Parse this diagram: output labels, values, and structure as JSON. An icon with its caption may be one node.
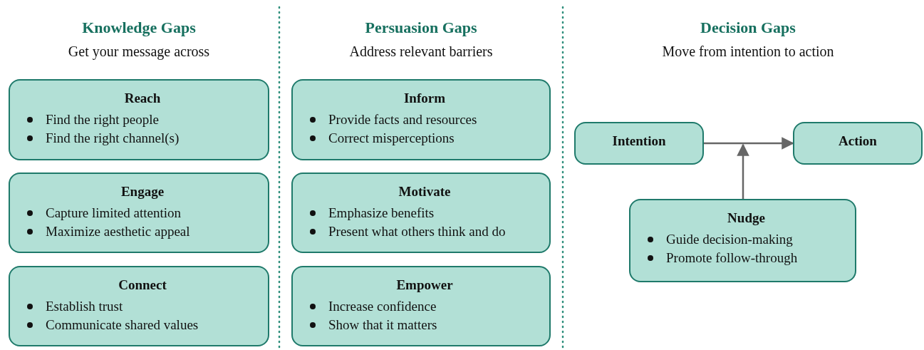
{
  "diagram": {
    "nodes": [
      {
        "text": [
          "Reach",
          "Find the right people",
          "Find the right channel(s)"
        ]
      },
      {
        "text": [
          "Engage",
          "Capture limited attention",
          "Maximize aesthetic appeal"
        ]
      },
      {
        "text": [
          "Connect",
          "Establish trust",
          "Communicate shared values"
        ]
      },
      {
        "text": [
          "Inform",
          "Provide facts and resources",
          "Correct misperceptions"
        ]
      },
      {
        "text": [
          "Motivate",
          "Emphasize benefits",
          "Present what others think and do"
        ]
      },
      {
        "text": [
          "Empower",
          "Increase confidence",
          "Show that it matters"
        ]
      },
      {
        "text": [
          "Intention"
        ]
      },
      {
        "text": [
          "Action"
        ]
      },
      {
        "text": [
          "Nudge",
          "Guide decision-making",
          "Promote follow-through"
        ]
      }
    ],
    "edges": [
      {
        "from": 6,
        "to": 7,
        "arrow": "to"
      },
      {
        "from": 8,
        "to": null,
        "arrow": "to"
      }
    ],
    "labels": [
      "Knowledge Gaps",
      "Persuasion Gaps",
      "Decision Gaps",
      "Get your message across",
      "Address relevant barriers",
      "Move from intention to action"
    ]
  }
}
